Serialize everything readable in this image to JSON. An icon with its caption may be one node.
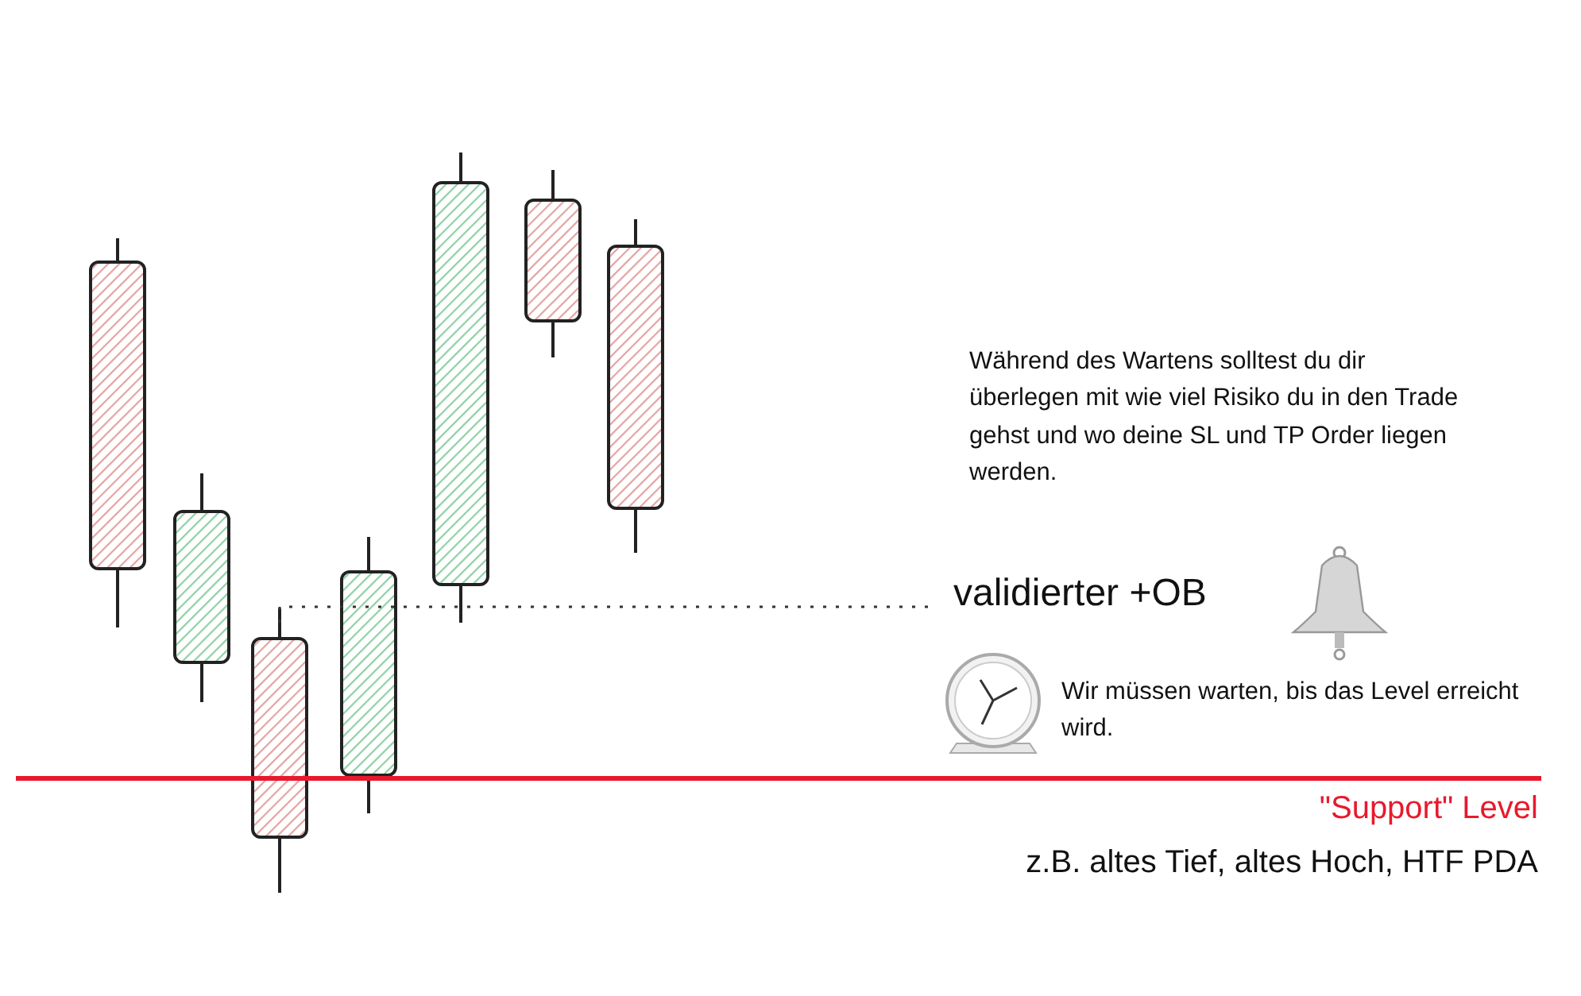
{
  "diagram": {
    "labels": [
      "Während des Wartens solltest du dir überlegen mit wie viel Risiko du in den Trade gehst und wo deine SL und TP Order liegen werden.",
      "validierter +OB",
      "Wir müssen warten, bis das Level erreicht wird.",
      "\"Support\" Level",
      "z.B. altes Tief, altes Hoch, HTF PDA"
    ]
  }
}
